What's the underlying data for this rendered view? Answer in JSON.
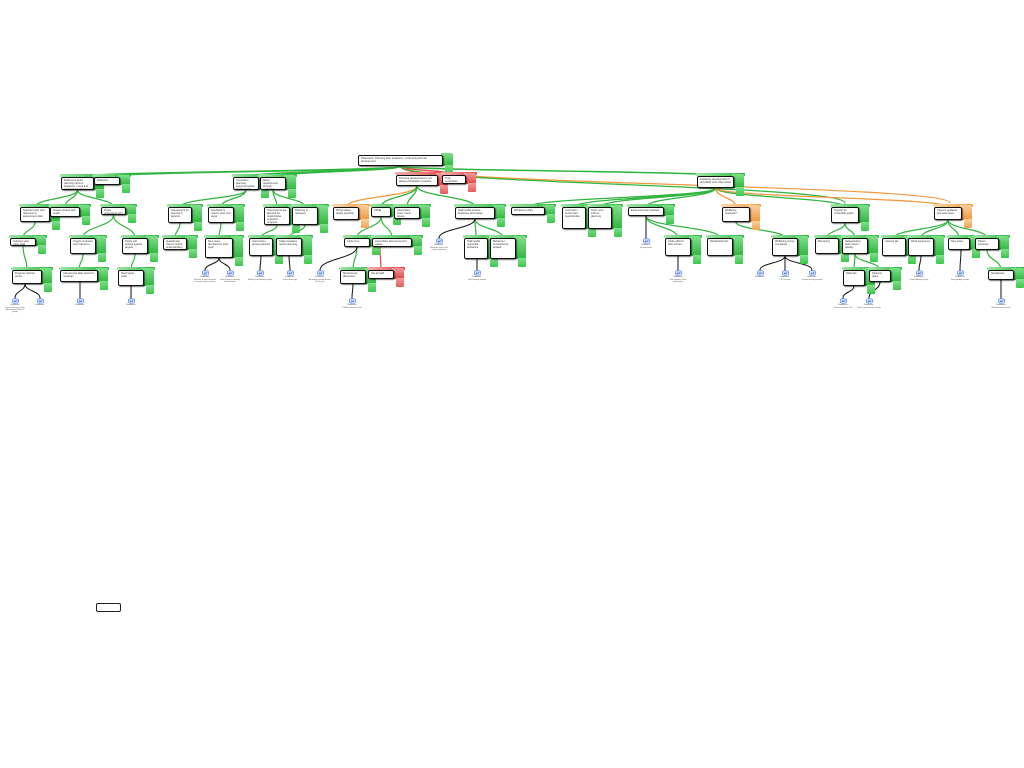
{
  "map": {
    "root": {
      "text": "Philosophy: Planning their academic, moral and personal development",
      "status": "green"
    },
    "nodes": [
      {
        "id": "n1",
        "text": "Evidence-based planning informs academic, moral and personal development",
        "status": "green"
      },
      {
        "id": "n2",
        "text": "Reflection",
        "status": "green"
      },
      {
        "id": "n3",
        "text": "Curriculum planning supports holistic development",
        "status": "green"
      },
      {
        "id": "n4",
        "text": "Moral development through curriculum",
        "status": "green"
      },
      {
        "id": "n5",
        "text": "Personal development is not always prioritised in practice",
        "status": "red"
      },
      {
        "id": "n6",
        "text": "Time constraints",
        "status": "red"
      },
      {
        "id": "n7",
        "text": "Academic development is prioritised over other areas",
        "status": "green"
      },
      {
        "id": "n8",
        "text": "Teachers plan with reference to assessment data",
        "status": "green"
      },
      {
        "id": "n9",
        "text": "Targets shared with pupils",
        "status": "green"
      },
      {
        "id": "n10",
        "text": "Pupils understand how to improve",
        "status": "green"
      },
      {
        "id": "n11",
        "text": "Assessment for learning in lessons",
        "status": "green"
      },
      {
        "id": "n12",
        "text": "Feedback is used to plan next steps",
        "status": "green"
      },
      {
        "id": "n13",
        "text": "Interventions are planned for pupils below expected progress",
        "status": "green"
      },
      {
        "id": "n14",
        "text": "Planning is reviewed",
        "status": "green"
      },
      {
        "id": "n15",
        "text": "Moral values taught explicitly",
        "status": "orange"
      },
      {
        "id": "n16",
        "text": "PSHE",
        "status": "green"
      },
      {
        "id": "n17",
        "text": "Assemblies cover moral issues",
        "status": "green"
      },
      {
        "id": "n18",
        "text": "Staff model positive behaviour and values",
        "status": "green"
      },
      {
        "id": "n19",
        "text": "Behaviour policy",
        "status": "green"
      },
      {
        "id": "n20",
        "text": "Curriculum enrichment opportunities",
        "status": "green"
      },
      {
        "id": "n21",
        "text": "Pupil voice informs planning",
        "status": "green"
      },
      {
        "id": "n22",
        "text": "Extra-curricular activities",
        "status": "green"
      },
      {
        "id": "n23",
        "text": "Staff attend CPD on pupil development",
        "status": "green"
      },
      {
        "id": "n24",
        "text": "Wellbeing monitored",
        "status": "orange"
      },
      {
        "id": "n25",
        "text": "Support for vulnerable pupils",
        "status": "green"
      },
      {
        "id": "n26",
        "text": "Careers guidance and next steps",
        "status": "orange"
      },
      {
        "id": "n27",
        "text": "Data on pastoral needs limited",
        "status": "red"
      },
      {
        "id": "n28",
        "text": "Parental engagement",
        "status": "green"
      }
    ],
    "evidence": [
      {
        "type": "Evidence",
        "text": "Lesson planning shows differentiated tasks for groups"
      },
      {
        "type": "Evidence",
        "text": ""
      },
      {
        "type": "Evidence",
        "text": ""
      },
      {
        "type": "Evidence",
        "text": ""
      },
      {
        "type": "Evidence",
        "text": "Scheme of work reviewed termly by subject leaders"
      },
      {
        "type": "Evidence",
        "text": "Pupil progress meetings record actions"
      },
      {
        "type": "Evidence",
        "text": "Marking and feedback policy"
      },
      {
        "type": "Evidence",
        "text": "Intervention logs"
      },
      {
        "type": "Evidence",
        "text": "Assembly rota and themes for the year"
      },
      {
        "type": "Evidence",
        "text": "PSHE scheme of work"
      },
      {
        "type": "Evidence",
        "text": "Behaviour logs show reduced incidents"
      },
      {
        "type": "Evidence",
        "text": "Staff meeting minutes"
      },
      {
        "type": "Evidence",
        "text": "Survey results"
      },
      {
        "type": "Evidence",
        "text": "Club registers show participation"
      },
      {
        "type": "Evidence",
        "text": ""
      },
      {
        "type": "Evidence",
        "text": "CPD records"
      },
      {
        "type": "Evidence",
        "text": "Pastoral tracking records"
      },
      {
        "type": "Evidence",
        "text": "Careers guidance plan"
      },
      {
        "type": "Evidence",
        "text": "Parent questionnaire results"
      },
      {
        "type": "Evidence",
        "text": "Newsletters to parents"
      },
      {
        "type": "Evidence",
        "text": "Pupil wellbeing survey"
      },
      {
        "type": "Evidence",
        "text": "Safeguarding records"
      }
    ],
    "colors": {
      "green": "#2fb53e",
      "red": "#e04646",
      "orange": "#f0983c",
      "black": "#111111"
    },
    "legend_box": {
      "text": ""
    }
  }
}
